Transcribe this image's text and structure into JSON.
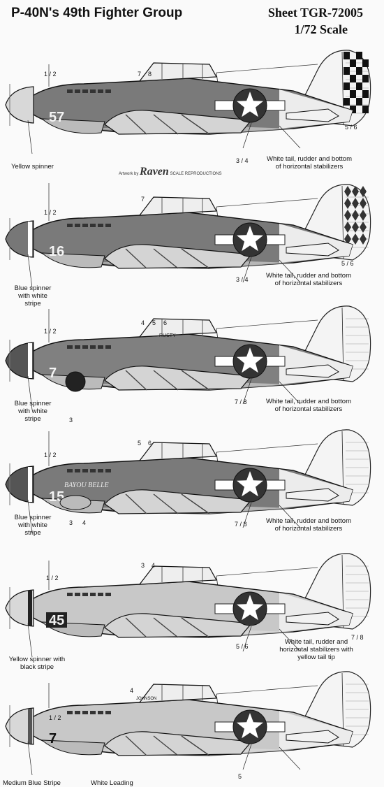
{
  "header": {
    "title": "P-40N's 49th Fighter Group",
    "sheet": "Sheet TGR-72005",
    "scale": "1/72 Scale"
  },
  "credit": {
    "prefix": "Artwork by",
    "name": "Raven",
    "suffix": "SCALE REPRODUCTIONS"
  },
  "profiles": [
    {
      "fuselage_number": "57",
      "spinner": "Yellow spinner",
      "tail_note": "White tail, rudder and bottom of horizontal stabilizers",
      "codes": [
        "1 / 2",
        "7",
        "8",
        "3 / 4",
        "5 / 6"
      ],
      "fuselage_tone": "#7a7a7a",
      "tail_pattern": "checker"
    },
    {
      "fuselage_number": "16",
      "spinner": "Blue spinner with white stripe",
      "tail_note": "White tail, rudder and bottom of horizontal stabilizers",
      "codes": [
        "1 / 2",
        "7",
        "3 / 4",
        "5 / 6"
      ],
      "fuselage_tone": "#7a7a7a",
      "tail_pattern": "diamonds"
    },
    {
      "fuselage_number": "7",
      "spinner": "Blue spinner with white stripe",
      "tail_note": "White tail, rudder and bottom of horizontal stabilizers",
      "codes": [
        "1 / 2",
        "4",
        "5",
        "6",
        "3",
        "7 / 8"
      ],
      "fuselage_tone": "#808080",
      "tail_pattern": "plain",
      "nose_art_text": "RUSTY"
    },
    {
      "fuselage_number": "15",
      "spinner": "Blue spinner with white stripe",
      "tail_note": "White tail, rudder and bottom of horizontal stabilizers",
      "codes": [
        "1 / 2",
        "5",
        "6",
        "3",
        "4",
        "7 / 8"
      ],
      "fuselage_tone": "#7a7a7a",
      "tail_pattern": "plain",
      "nose_art_text": "BAYOU BELLE"
    },
    {
      "fuselage_number": "45",
      "spinner": "Yellow spinner with black stripe",
      "tail_note": "White tail, rudder and horizontal stabilizers with yellow tail tip",
      "codes": [
        "1 / 2",
        "3",
        "4",
        "5 / 6",
        "7 / 8"
      ],
      "fuselage_tone": "#c8c8c8",
      "tail_pattern": "plain"
    },
    {
      "fuselage_number": "7",
      "spinner": "Medium Blue Stripe",
      "tail_note": "White Leading",
      "codes": [
        "1 / 2",
        "4",
        "5"
      ],
      "fuselage_tone": "#c8c8c8",
      "tail_pattern": "plain",
      "canopy_text": "JOHNSON"
    }
  ]
}
